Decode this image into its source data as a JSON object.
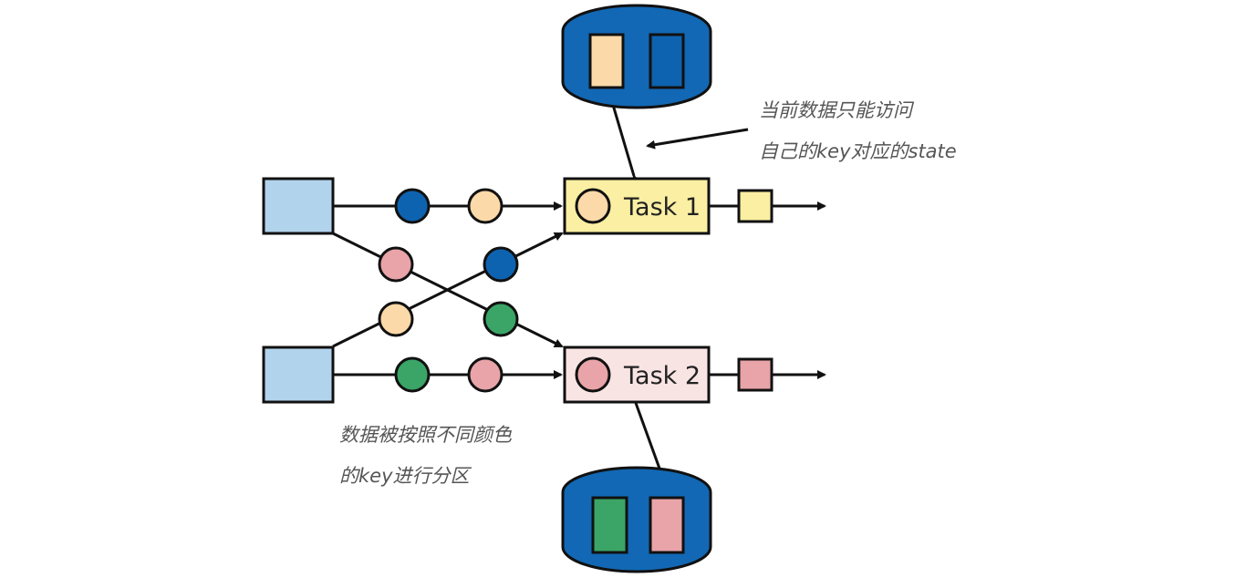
{
  "tasks": [
    {
      "label": "Task 1",
      "fill": "#fbefa3",
      "key_color": "#fcd9a8"
    },
    {
      "label": "Task 2",
      "fill": "#f9e4e4",
      "key_color": "#e8a4a8"
    }
  ],
  "colors": {
    "source_fill": "#b2d3ec",
    "key_blue": "#0e63b0",
    "key_peach": "#fcd9a8",
    "key_pink": "#e8a4a8",
    "key_green": "#3aa566",
    "output_yellow": "#fbefa3",
    "output_pink": "#e8a4a8",
    "state_store": "#1268b4",
    "outline": "#111111"
  },
  "annotations": {
    "state_access_line1": "当前数据只能访问",
    "state_access_line2": "自己的key对应的state",
    "partition_line1": "数据被按照不同颜色",
    "partition_line2": "的key进行分区"
  }
}
